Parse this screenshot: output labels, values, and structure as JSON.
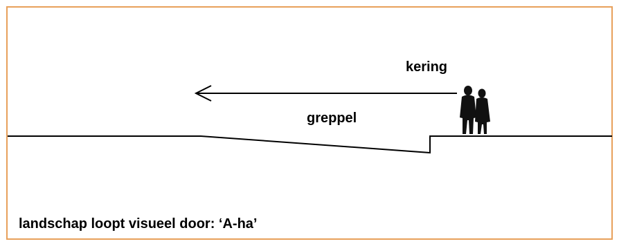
{
  "labels": {
    "kering": "kering",
    "greppel": "greppel",
    "caption": "landschap loopt visueel door: ‘A-ha’"
  },
  "colors": {
    "frame_border": "#e8a05a",
    "lines": "#000000"
  },
  "icons": {
    "figures": "two-people-silhouette-icon"
  }
}
